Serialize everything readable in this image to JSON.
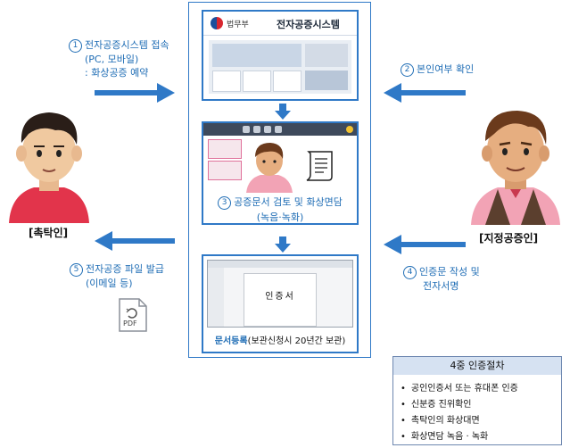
{
  "center": {
    "gov_name": "법무부",
    "site_name": "전자공증시스템",
    "step3_text": "공증문서 검토 및 화상면담",
    "step3_sub": "(녹음·녹화)",
    "final_bold": "문서등록",
    "final_rest": "(보관신청시 20년간 보관)",
    "doc_title": "인증서"
  },
  "left": {
    "step1_num": "1",
    "step1_line1": "전자공증시스템 접속",
    "step1_line2": "(PC, 모바일)",
    "step1_line3": ": 화상공증 예약",
    "step5_num": "5",
    "step5_line1": "전자공증 파일 발급",
    "step5_line2": "(이메일 등)",
    "role": "[촉탁인]",
    "pdf_label": "PDF"
  },
  "right": {
    "step2_num": "2",
    "step2_text": "본인여부 확인",
    "step4_num": "4",
    "step4_line1": "인증문 작성 및",
    "step4_line2": "전자서명",
    "role": "[지정공증인]"
  },
  "step3_num": "3",
  "auth": {
    "title": "4중 인증절차",
    "items": [
      "공인인증서 또는 휴대폰 인증",
      "신분증 진위확인",
      "촉탁인의 화상대면",
      "화상면담 녹음 · 녹화"
    ]
  },
  "colors": {
    "accent": "#1f6db5",
    "arrow": "#2f79c7",
    "frame": "#2f79c7"
  }
}
